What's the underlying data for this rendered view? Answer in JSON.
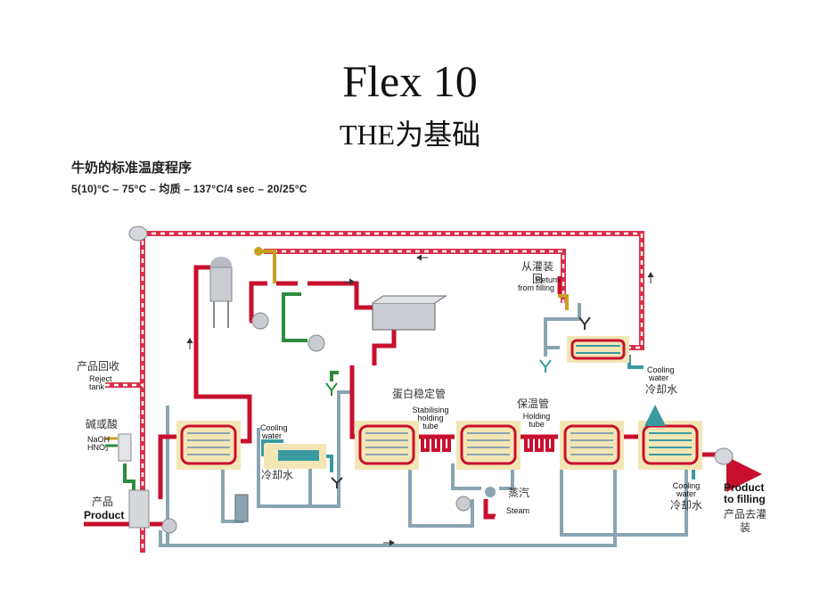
{
  "header": {
    "title": "Flex 10",
    "subtitle": "THE为基础"
  },
  "program": {
    "heading": "牛奶的标准温度程序",
    "temps": "5(10)°C – 75°C – 均质 – 137°C/4 sec – 20/25°C"
  },
  "labels": {
    "from_filling_cn": "从灌装",
    "from_filling_cn2": "回",
    "return_from_filling_en1": "Return",
    "return_from_filling_en2": "from filling",
    "product_return_cn": "产品回收",
    "reject_tank_en1": "Reject",
    "reject_tank_en2": "tank",
    "alkali_acid_cn": "碱或酸",
    "naoh": "NaOH",
    "hno3": "HNO₃",
    "product_cn": "产品",
    "product_en": "Product",
    "cooling_water_en1_a": "Cooling",
    "cooling_water_en1_b": "water",
    "cooling_water_cn1": "冷却水",
    "cooling_water_en2_a": "Cooling",
    "cooling_water_en2_b": "water",
    "cooling_water_cn2": "冷却水",
    "cooling_water_en3_a": "Cooling",
    "cooling_water_en3_b": "water",
    "cooling_water_cn3": "冷却水",
    "protein_stabilising_cn": "蛋白稳定管",
    "stabilising_en1": "Stabilising",
    "stabilising_en2": "holding",
    "stabilising_en3": "tube",
    "holding_tube_cn": "保温管",
    "holding_en1": "Holding",
    "holding_en2": "tube",
    "steam_cn": "蒸汽",
    "steam_en": "Steam",
    "product_to_filling_en1": "Product",
    "product_to_filling_en2": "to filling",
    "product_to_filling_cn1": "产品去灌",
    "product_to_filling_cn2": "装"
  },
  "colors": {
    "product_line": "#c8102e",
    "return_line": "#d9304a",
    "water_line": "#7a9aab",
    "cooling_line": "#3a9aa0",
    "cip_line": "#2e8b3e",
    "steam_line": "#c8a020",
    "exchanger_box": "#f3e6b5"
  }
}
